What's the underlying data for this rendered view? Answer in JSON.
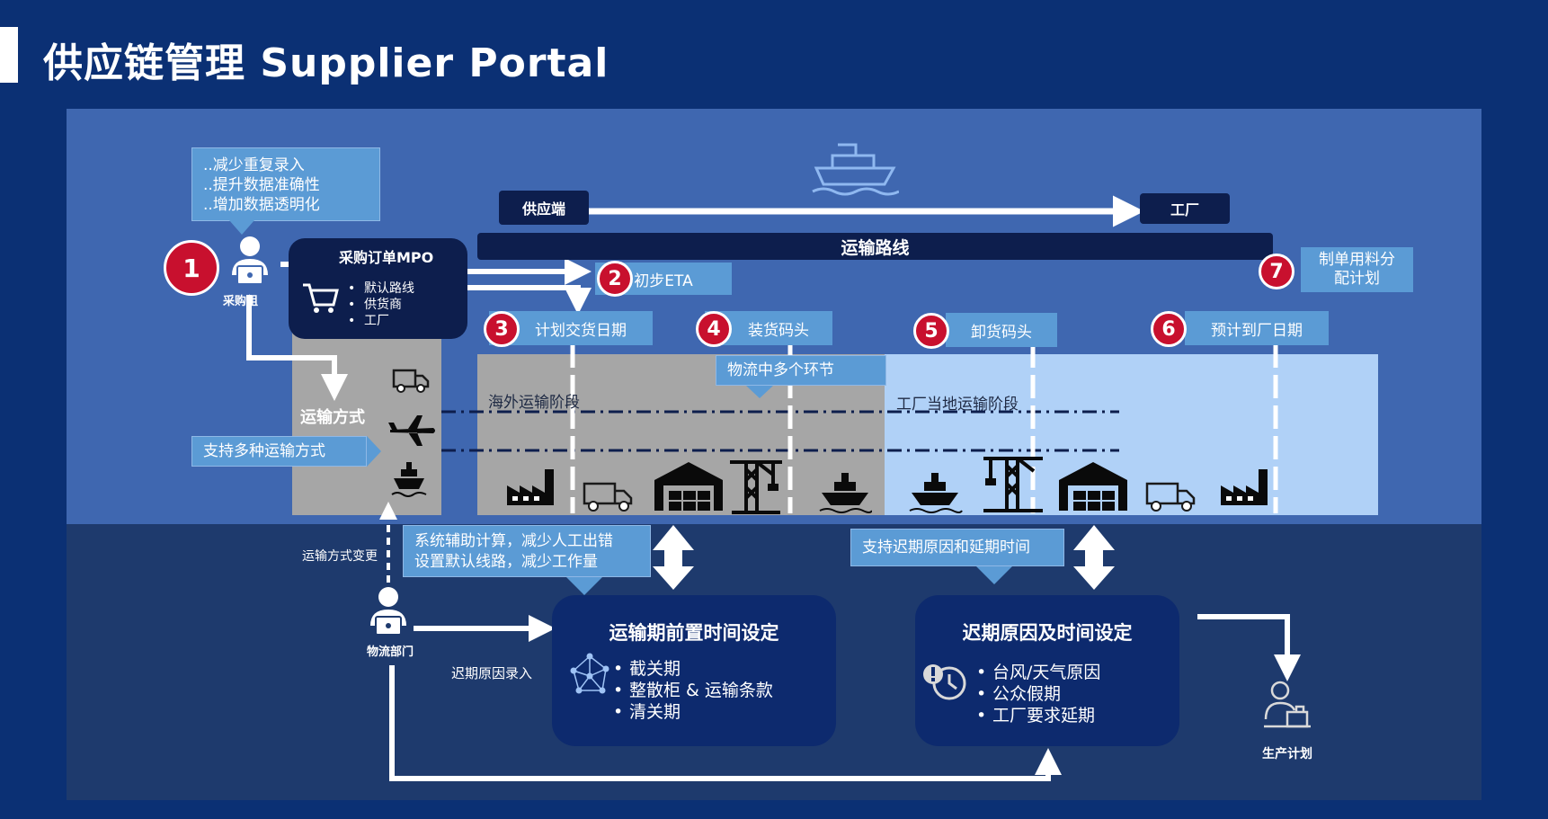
{
  "title": "供应链管理 Supplier Portal",
  "benefits": [
    "..减少重复录入",
    "..提升数据准确性",
    "..增加数据透明化"
  ],
  "purchasing_group": "采购组",
  "mpo": {
    "title": "采购订单MPO",
    "items": [
      "默认路线",
      "供货商",
      "工厂"
    ]
  },
  "route": {
    "supplier": "供应端",
    "factory": "工厂",
    "label": "运输路线"
  },
  "steps": [
    {
      "num": "1"
    },
    {
      "num": "2",
      "label": "初步ETA"
    },
    {
      "num": "3",
      "label": "计划交货日期"
    },
    {
      "num": "4",
      "label": "装货码头"
    },
    {
      "num": "5",
      "label": "卸货码头"
    },
    {
      "num": "6",
      "label": "预计到厂日期"
    },
    {
      "num": "7",
      "label": "制单用料分配计划"
    }
  ],
  "transport_mode": "运输方式",
  "multi_mode": "支持多种运输方式",
  "logistics_links": "物流中多个环节",
  "overseas_stage": "海外运输阶段",
  "local_stage": "工厂当地运输阶段",
  "mode_change": "运输方式变更",
  "logistics_dept": "物流部门",
  "system_note": [
    "系统辅助计算，减少人工出错",
    "设置默认线路，减少工作量"
  ],
  "delay_note": "支持迟期原因和延期时间",
  "delay_entry": "迟期原因录入",
  "lead_time": {
    "title": "运输期前置时间设定",
    "items": [
      "截关期",
      "整散柜 & 运输条款",
      "清关期"
    ]
  },
  "delay_reason": {
    "title": "迟期原因及时间设定",
    "items": [
      "台风/天气原因",
      "公众假期",
      "工厂要求延期"
    ]
  },
  "production_plan": "生产计划",
  "colors": {
    "background": "#0b3074",
    "panel": "#3f67b0",
    "navy": "#0d1e4d",
    "callout": "#5b9bd5",
    "badge": "#c8102e",
    "gray": "#a6a6a6",
    "light_blue": "#b0d1f7"
  }
}
